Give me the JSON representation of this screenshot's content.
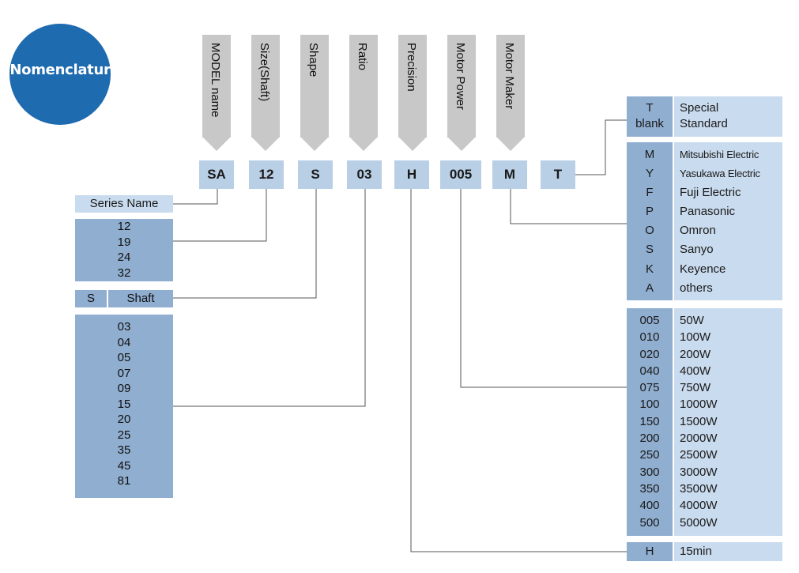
{
  "badge": {
    "label": "Nomenclatur"
  },
  "headers": [
    "MODEL name",
    "Size(Shaft)",
    "Shape",
    "Ratio",
    "Precision",
    "Motor Power",
    "Motor Maker"
  ],
  "codes": [
    "SA",
    "12",
    "S",
    "03",
    "H",
    "005",
    "M",
    "T"
  ],
  "series_name": "Series Name",
  "sizes": [
    "12",
    "19",
    "24",
    "32"
  ],
  "shape": {
    "code": "S",
    "label": "Shaft"
  },
  "ratios": [
    "03",
    "04",
    "05",
    "07",
    "09",
    "15",
    "20",
    "25",
    "35",
    "45",
    "81"
  ],
  "option": [
    {
      "code": "T",
      "label": "Special"
    },
    {
      "code": "blank",
      "label": "Standard"
    }
  ],
  "makers": [
    {
      "code": "M",
      "label": "Mitsubishi Electric"
    },
    {
      "code": "Y",
      "label": "Yasukawa Electric"
    },
    {
      "code": "F",
      "label": "Fuji Electric"
    },
    {
      "code": "P",
      "label": "Panasonic"
    },
    {
      "code": "O",
      "label": "Omron"
    },
    {
      "code": "S",
      "label": "Sanyo"
    },
    {
      "code": "K",
      "label": "Keyence"
    },
    {
      "code": "A",
      "label": "others"
    }
  ],
  "powers": [
    {
      "code": "005",
      "label": "50W"
    },
    {
      "code": "010",
      "label": "100W"
    },
    {
      "code": "020",
      "label": "200W"
    },
    {
      "code": "040",
      "label": "400W"
    },
    {
      "code": "075",
      "label": "750W"
    },
    {
      "code": "100",
      "label": "1000W"
    },
    {
      "code": "150",
      "label": "1500W"
    },
    {
      "code": "200",
      "label": "2000W"
    },
    {
      "code": "250",
      "label": "2500W"
    },
    {
      "code": "300",
      "label": "3000W"
    },
    {
      "code": "350",
      "label": "3500W"
    },
    {
      "code": "400",
      "label": "4000W"
    },
    {
      "code": "500",
      "label": "5000W"
    }
  ],
  "precision": {
    "code": "H",
    "label": "15min"
  },
  "colors": {
    "badge": "#1f6bb0",
    "dark_cell": "#90aed0",
    "light_cell": "#c9dbee",
    "code_cell": "#b8cfe6",
    "header": "#c8c8c8"
  }
}
